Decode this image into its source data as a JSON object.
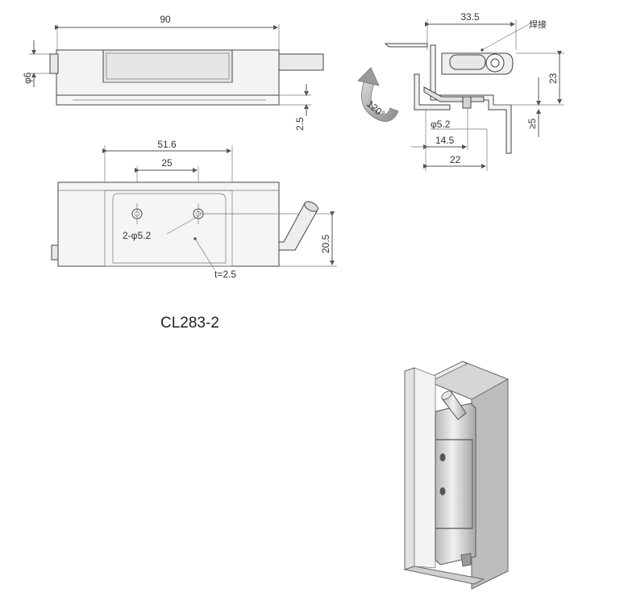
{
  "model": "CL283-2",
  "top_view": {
    "width": "90",
    "pin_dia": "φ6",
    "plate_t": "2.5"
  },
  "front_view": {
    "hole_span": "51.6",
    "hole_pitch": "25",
    "holes": "2-φ5.2",
    "height": "20.5",
    "thickness": "t=2.5"
  },
  "side_view": {
    "width": "33.5",
    "weld_note": "焊接",
    "height": "23",
    "angle": "120°",
    "hole": "φ5.2",
    "gap": "≥5",
    "dim_14": "14.5",
    "dim_22": "22"
  },
  "colors": {
    "line": "#555555",
    "metal_light": "#ececec",
    "metal_mid": "#cfcfcf",
    "metal_dark": "#9a9a9a",
    "arrow": "#888888"
  }
}
